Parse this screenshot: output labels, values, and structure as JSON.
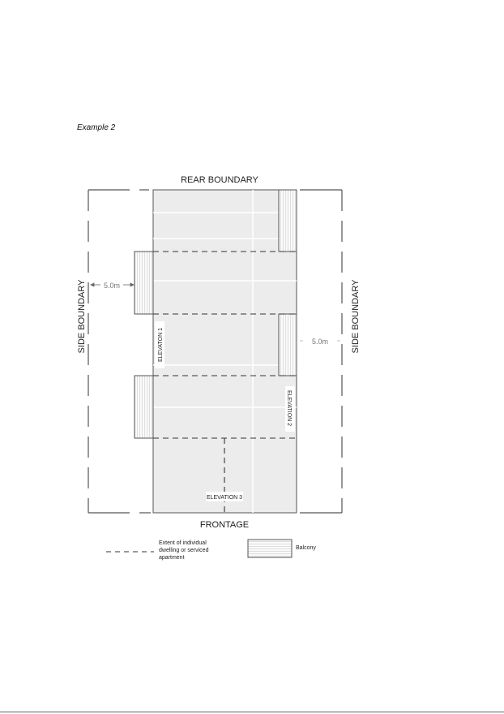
{
  "caption": "Example 2",
  "diagram": {
    "rear_boundary": "REAR BOUNDARY",
    "frontage": "FRONTAGE",
    "side_boundary_left": "SIDE BOUNDARY",
    "side_boundary_right": "SIDE BOUNDARY",
    "setback_left": "5.0m",
    "setback_right": "5.0m",
    "elevation_1": "ELEVATON 1",
    "elevation_2": "ELEVATION 2",
    "elevation_3": "ELEVATION 3"
  },
  "legend": {
    "dashed_line_line1": "Extent of individual",
    "dashed_line_line2": "dwelling or serviced",
    "dashed_line_line3": "apartment",
    "balcony": "Balcony"
  },
  "colors": {
    "building_fill": "#ececec",
    "line": "#444444"
  }
}
